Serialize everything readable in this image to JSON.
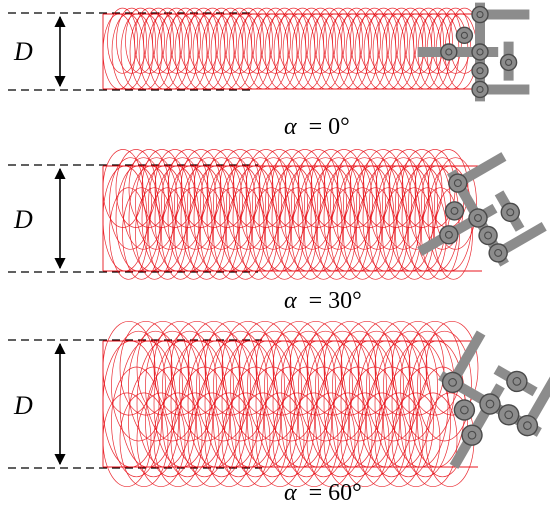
{
  "panels": [
    {
      "dimension_label": "D",
      "symbol": "α",
      "caption_value": "= 0°",
      "angle_deg": 0
    },
    {
      "dimension_label": "D",
      "symbol": "α",
      "caption_value": "= 30°",
      "angle_deg": 30
    },
    {
      "dimension_label": "D",
      "symbol": "α",
      "caption_value": "= 60°",
      "angle_deg": 60
    }
  ],
  "colors": {
    "trajectory": "#e8141c",
    "dashed_line": "#000000",
    "arrow": "#000000",
    "arm_fill": "#8c8c8c",
    "roller_fill": "#8c8c8c",
    "roller_edge": "#4a4a4a"
  },
  "icons": {
    "dimension_arrow": "double-headed-vertical-arrow",
    "mechanism": "rotating-cross-roller-head"
  }
}
